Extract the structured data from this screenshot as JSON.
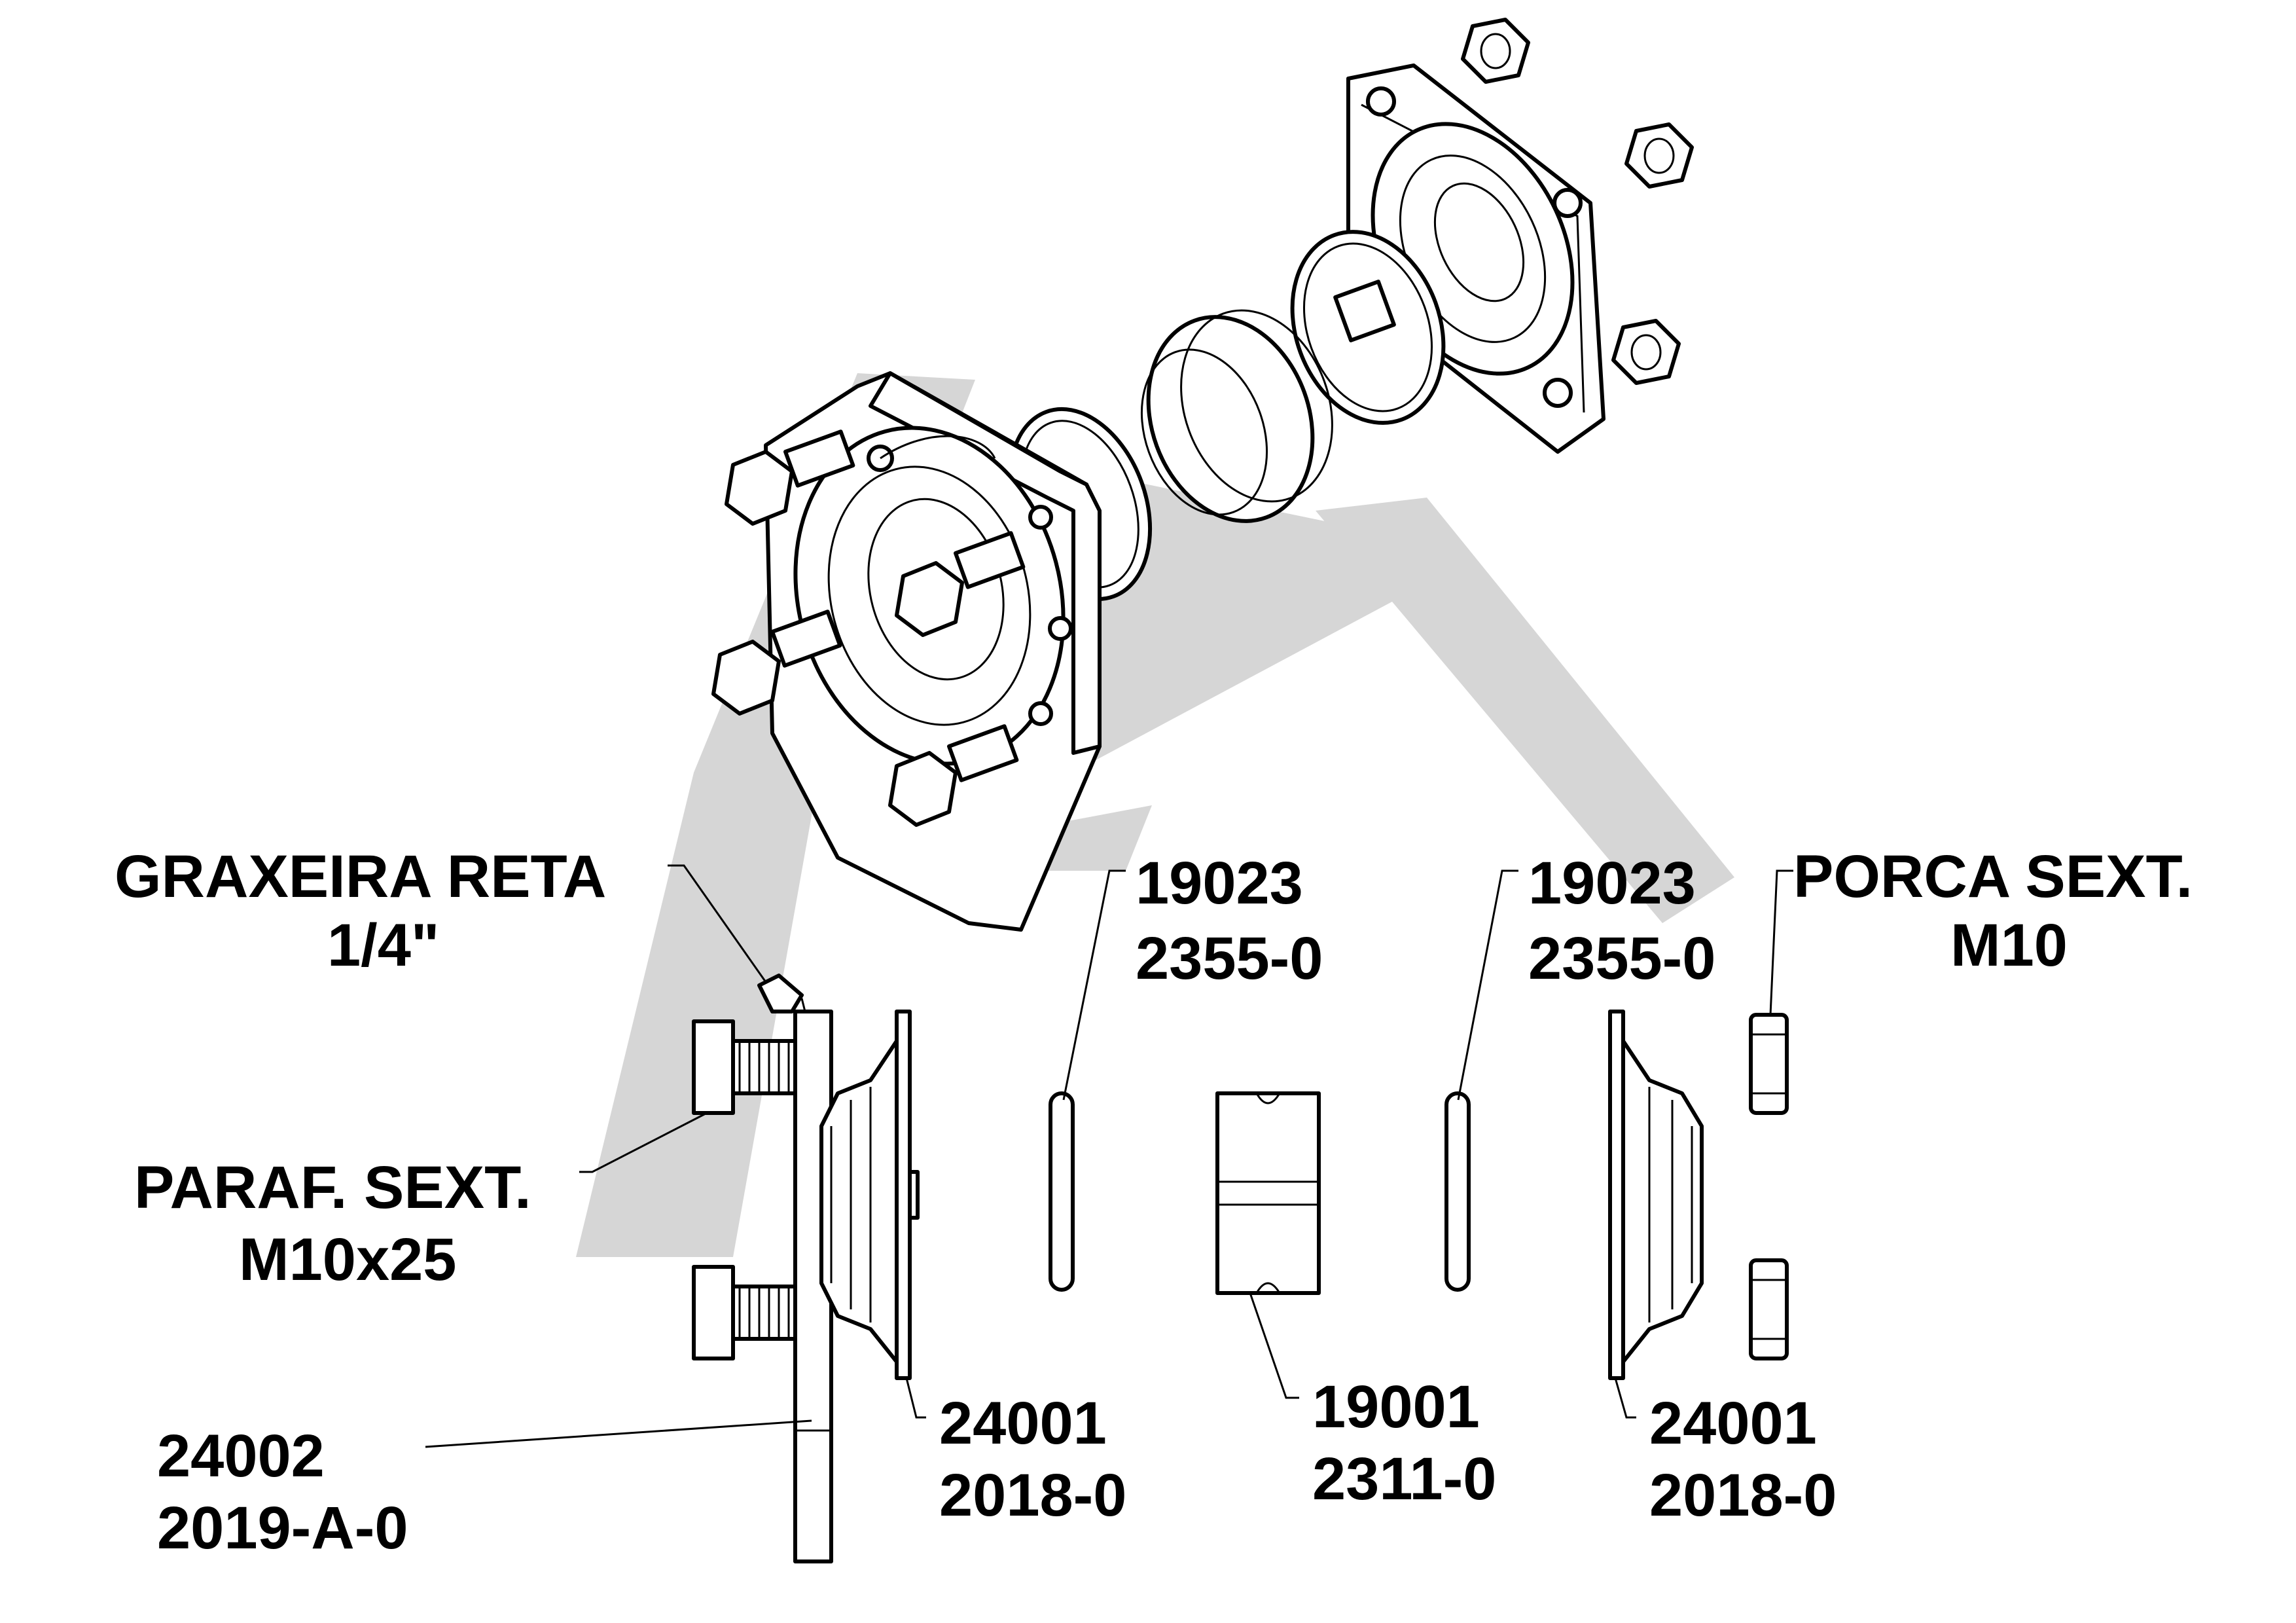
{
  "labels": {
    "graxeira": {
      "line1": "GRAXEIRA RETA",
      "line2": "1/4\""
    },
    "parafuso": {
      "line1": "PARAF. SEXT.",
      "line2": "M10x25"
    },
    "flange_base": {
      "line1": "24002",
      "line2": "2019-A-0"
    },
    "flange_left": {
      "line1": "24001",
      "line2": "2018-0"
    },
    "oring_left": {
      "line1": "19023",
      "line2": "2355-0"
    },
    "bucha": {
      "line1": "19001",
      "line2": "2311-0"
    },
    "oring_right": {
      "line1": "19023",
      "line2": "2355-0"
    },
    "flange_right": {
      "line1": "24001",
      "line2": "2018-0"
    },
    "porca": {
      "line1": "PORCA SEXT.",
      "line2": "M10"
    }
  },
  "colors": {
    "line": "#000000",
    "watermark": "#d6d6d6",
    "background": "#ffffff"
  }
}
